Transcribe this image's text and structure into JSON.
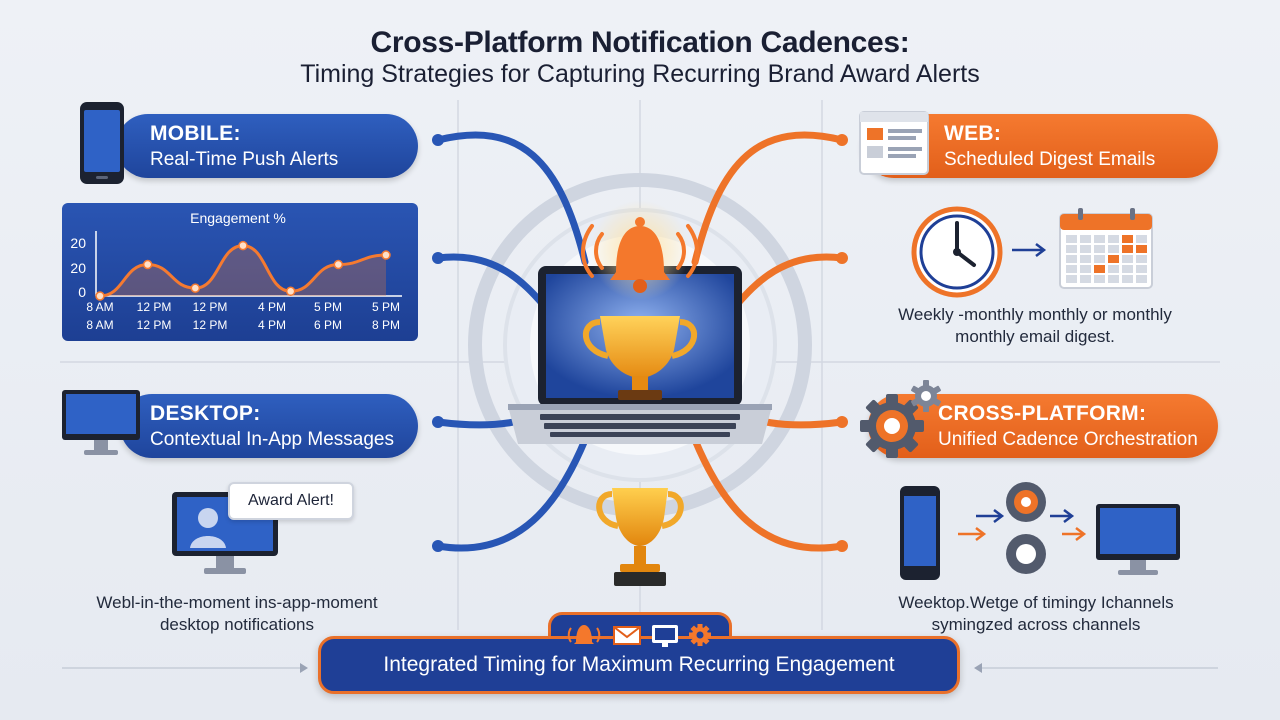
{
  "header": {
    "title": "Cross-Platform Notification Cadences:",
    "subtitle": "Timing Strategies for Capturing Recurring Brand Award Alerts"
  },
  "mobile": {
    "heading": "MOBILE:",
    "subtitle": "Real-Time Push Alerts",
    "icon": "smartphone-icon"
  },
  "web": {
    "heading": "WEB:",
    "subtitle": "Scheduled Digest Emails",
    "icon": "browser-window-icon",
    "caption_line1": "Weekly -monthly monthly or monthly",
    "caption_line2": "monthly email digest."
  },
  "desktop": {
    "heading": "DESKTOP:",
    "subtitle": "Contextual In-App Messages",
    "icon": "desktop-monitor-icon",
    "bubble": "Award Alert!",
    "caption_line1": "Webl-in-the-moment ins-app-moment",
    "caption_line2": "desktop notifications"
  },
  "cross": {
    "heading": "CROSS-PLATFORM:",
    "subtitle": "Unified Cadence Orchestration",
    "icon": "gears-icon",
    "caption_line1": "Weektop.Wetge of timingy Ichannels",
    "caption_line2": "symingzed across channels"
  },
  "bottom": {
    "label": "Integrated Timing for Maximum Recurring Engagement",
    "icons": [
      "bell-icon",
      "envelope-icon",
      "monitor-icon",
      "gear-icon"
    ]
  },
  "colors": {
    "blue": "#1f459c",
    "orange": "#e9702a",
    "background": "#eef1f6"
  },
  "chart_data": {
    "type": "line",
    "title": "Engagement %",
    "x_top": [
      "8 AM",
      "12 PM",
      "12 PM",
      "4 PM",
      "5 PM",
      "5 PM"
    ],
    "x_bottom": [
      "8 AM",
      "12 PM",
      "12 PM",
      "4 PM",
      "6 PM",
      "8 PM"
    ],
    "yticks": [
      "20",
      "20",
      "0"
    ],
    "values": [
      0,
      20,
      5,
      32,
      3,
      20,
      26
    ],
    "ylim": [
      0,
      40
    ],
    "series_color": "#f57a30"
  }
}
